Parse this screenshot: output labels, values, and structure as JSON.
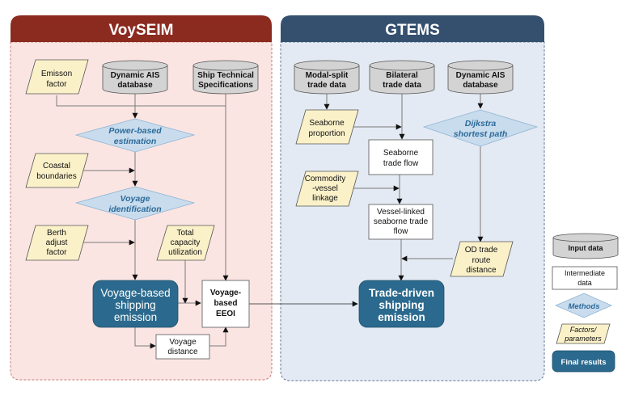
{
  "colors": {
    "voyseim_header": "#8b2a1f",
    "voyseim_bg": "#fbe5e3",
    "voyseim_border": "#c77f78",
    "gtems_header": "#35506f",
    "gtems_bg": "#e4eaf3",
    "gtems_border": "#5f7a99",
    "input_fill": "#d3d3d3",
    "factor_fill": "#fbf1c9",
    "method_fill": "#c8dced",
    "final_fill": "#2b6a8e",
    "method_text": "#2c6a99"
  },
  "panels": {
    "voyseim": {
      "title": "VoySEIM",
      "inputs": [
        {
          "id": "ais",
          "lines": [
            "Dynamic AIS",
            "database"
          ]
        },
        {
          "id": "specs",
          "lines": [
            "Ship Technical",
            "Specifications"
          ]
        }
      ],
      "factors": [
        {
          "id": "emission",
          "lines": [
            "Emisson",
            "factor"
          ]
        },
        {
          "id": "coastal",
          "lines": [
            "Coastal",
            "boundaries"
          ]
        },
        {
          "id": "berth",
          "lines": [
            "Berth",
            "adjust",
            "factor"
          ]
        },
        {
          "id": "capacity",
          "lines": [
            "Total",
            "capacity",
            "utilization"
          ]
        }
      ],
      "methods": [
        {
          "id": "power",
          "lines": [
            "Power-based",
            "estimation"
          ]
        },
        {
          "id": "voyage",
          "lines": [
            "Voyage",
            "identification"
          ]
        }
      ],
      "intermediates": [
        {
          "id": "eeoi",
          "lines": [
            "Voyage-",
            "based",
            "EEOI"
          ]
        },
        {
          "id": "distance",
          "lines": [
            "Voyage",
            "distance"
          ]
        }
      ],
      "final": {
        "id": "voyage_emission",
        "lines": [
          "Voyage-based",
          "shipping",
          "emission"
        ]
      }
    },
    "gtems": {
      "title": "GTEMS",
      "inputs": [
        {
          "id": "modal",
          "lines": [
            "Modal-split",
            "trade data"
          ]
        },
        {
          "id": "bilateral",
          "lines": [
            "Bilateral",
            "trade data"
          ]
        },
        {
          "id": "ais2",
          "lines": [
            "Dynamic AIS",
            "database"
          ]
        }
      ],
      "factors": [
        {
          "id": "seaborne_prop",
          "lines": [
            "Seaborne",
            "proportion"
          ]
        },
        {
          "id": "commodity",
          "lines": [
            "Commodity",
            "-vessel",
            "linkage"
          ]
        },
        {
          "id": "od",
          "lines": [
            "OD trade",
            "route",
            "distance"
          ]
        }
      ],
      "methods": [
        {
          "id": "dijkstra",
          "lines": [
            "Dijkstra",
            "shortest path"
          ]
        }
      ],
      "intermediates": [
        {
          "id": "seaborne_flow",
          "lines": [
            "Seaborne",
            "trade flow"
          ]
        },
        {
          "id": "vessel_linked",
          "lines": [
            "Vessel-linked",
            "seaborne trade",
            "flow"
          ]
        }
      ],
      "final": {
        "id": "trade_emission",
        "lines": [
          "Trade-driven",
          "shipping",
          "emission"
        ]
      }
    }
  },
  "legend": {
    "input": "Input data",
    "intermediate": [
      "Intermediate",
      "data"
    ],
    "method": "Methods",
    "factor": [
      "Factors/",
      "parameters"
    ],
    "final": "Final results"
  }
}
